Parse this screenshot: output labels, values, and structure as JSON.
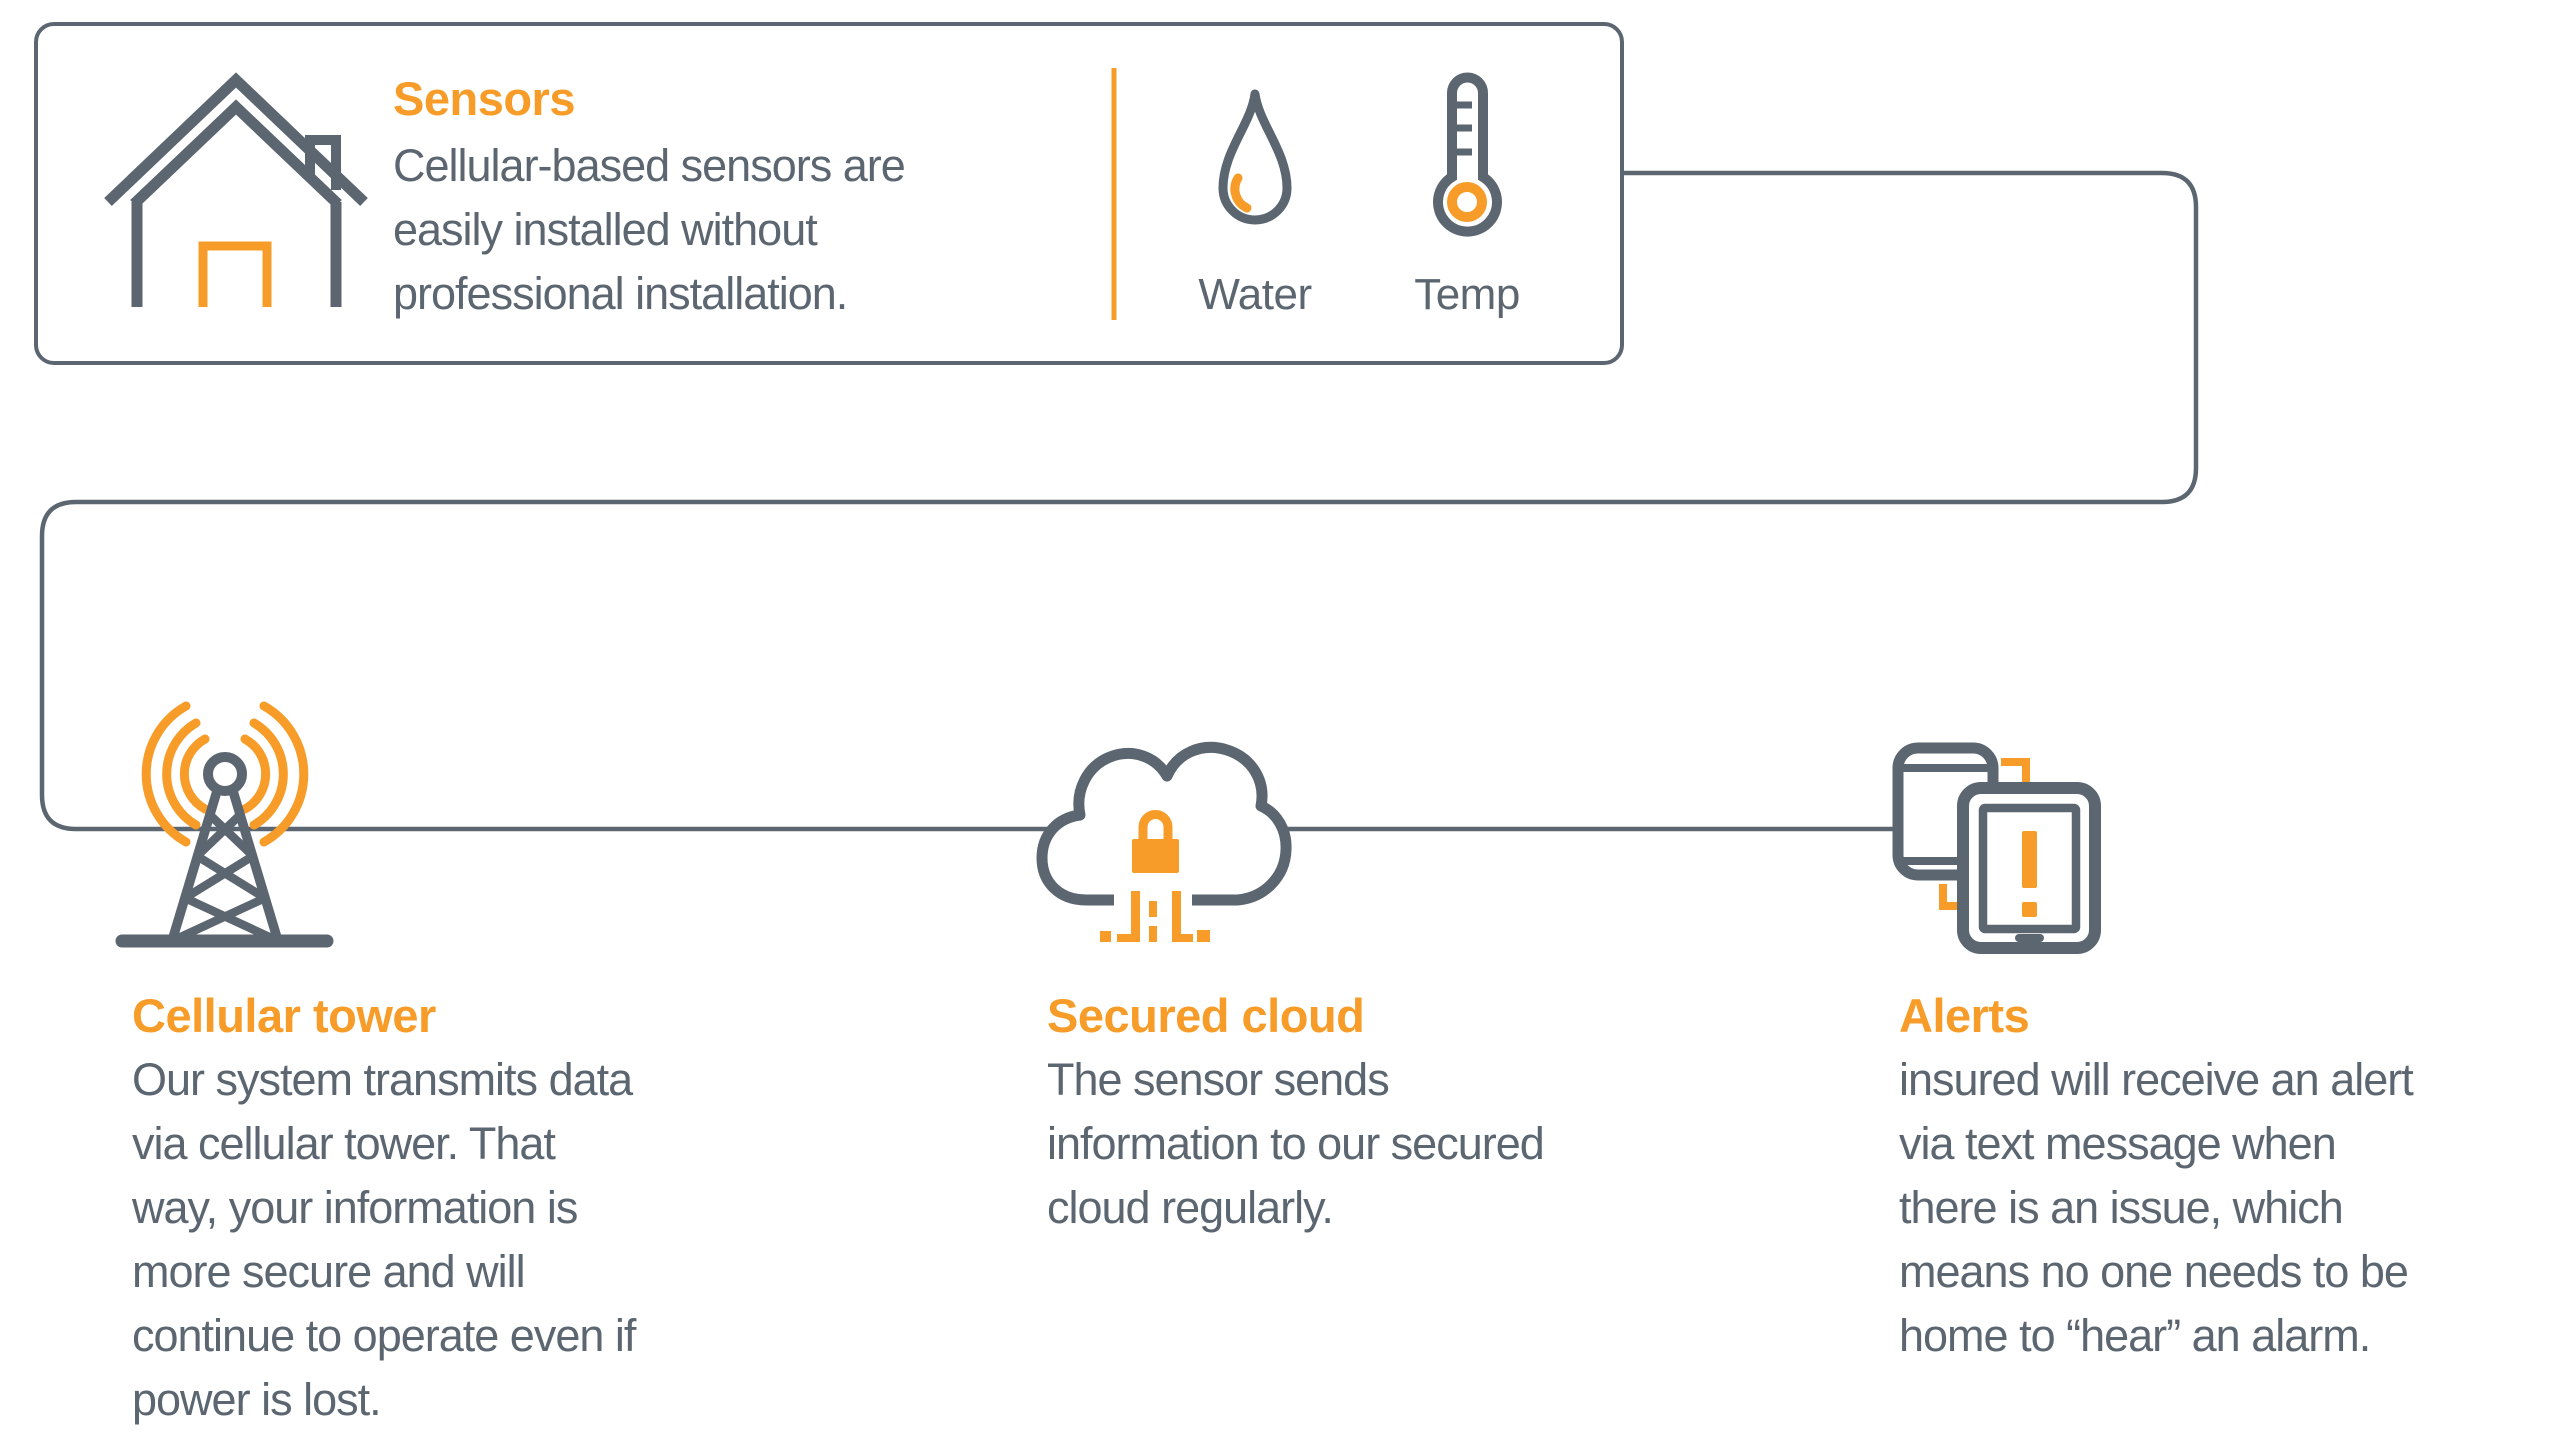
{
  "colors": {
    "orange": "#F79C28",
    "gray": "#5B6670",
    "text_gray": "#5C6670"
  },
  "sensors": {
    "title": "Sensors",
    "lines": [
      "Cellular-based sensors are",
      "easily installed without",
      "professional installation."
    ],
    "sensor_types": {
      "water_label": "Water",
      "temp_label": "Temp"
    }
  },
  "tower": {
    "title": "Cellular tower",
    "lines": [
      "Our system transmits data",
      "via cellular tower. That",
      "way, your information is",
      "more secure and will",
      "continue to operate even if",
      "power is lost."
    ]
  },
  "cloud": {
    "title": "Secured cloud",
    "lines": [
      "The sensor sends",
      "information to our secured",
      "cloud regularly."
    ]
  },
  "alerts": {
    "title": "Alerts",
    "lines": [
      "insured will receive an alert",
      "via text message when",
      "there is an issue, which",
      "means no one needs to be",
      "home to “hear” an alarm."
    ]
  }
}
